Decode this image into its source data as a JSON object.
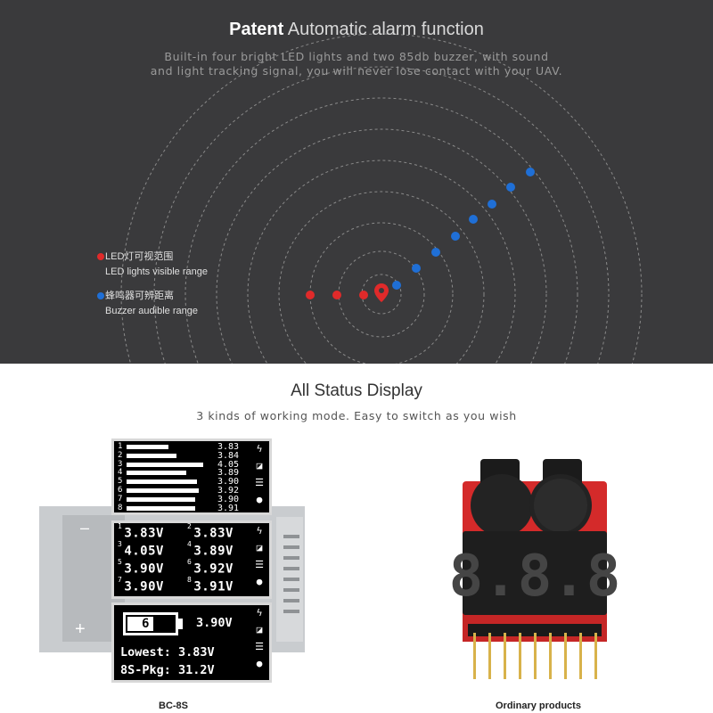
{
  "header": {
    "title_bold": "Patent",
    "title_rest": " Automatic alarm function",
    "desc_line1": "Built-in four bright LED lights and two 85db buzzer, with sound",
    "desc_line2": "and light tracking signal, you will never lose contact with your UAV."
  },
  "legend": {
    "led_cn": "LED灯可视范围",
    "led_en": "LED lights visible range",
    "buzzer_cn": "蜂鸣器可辨距离",
    "buzzer_en": "Buzzer audible range"
  },
  "colors": {
    "led": "#e02a2a",
    "buzzer": "#1f6fd6",
    "background_dark": "#3a3a3c"
  },
  "status": {
    "title": "All Status Display",
    "subtitle": "3 kinds of working mode. Easy to switch as you wish"
  },
  "screen1": {
    "rows": [
      {
        "n": "1",
        "v": "3.83",
        "level": 0.52
      },
      {
        "n": "2",
        "v": "3.84",
        "level": 0.62
      },
      {
        "n": "3",
        "v": "4.05",
        "level": 0.96
      },
      {
        "n": "4",
        "v": "3.89",
        "level": 0.74
      },
      {
        "n": "5",
        "v": "3.90",
        "level": 0.88
      },
      {
        "n": "6",
        "v": "3.92",
        "level": 0.9
      },
      {
        "n": "7",
        "v": "3.90",
        "level": 0.85
      },
      {
        "n": "8",
        "v": "3.91",
        "level": 0.86
      }
    ]
  },
  "screen2": {
    "cells": [
      {
        "n": "1",
        "v": "3.83V"
      },
      {
        "n": "2",
        "v": "3.83V"
      },
      {
        "n": "3",
        "v": "4.05V"
      },
      {
        "n": "4",
        "v": "3.89V"
      },
      {
        "n": "5",
        "v": "3.90V"
      },
      {
        "n": "6",
        "v": "3.92V"
      },
      {
        "n": "7",
        "v": "3.90V"
      },
      {
        "n": "8",
        "v": "3.91V"
      }
    ]
  },
  "screen3": {
    "battery_cell": "6",
    "battery_level": 0.55,
    "cell_voltage": "3.90V",
    "lowest": "Lowest: 3.83V",
    "pkg": "8S-Pkg: 31.2V"
  },
  "icons": [
    "lightning-icon",
    "mode-icon",
    "menu-icon",
    "location-icon"
  ],
  "seg_display": "8.8.8",
  "captions": {
    "left": "BC-8S",
    "right": "Ordinary products"
  }
}
